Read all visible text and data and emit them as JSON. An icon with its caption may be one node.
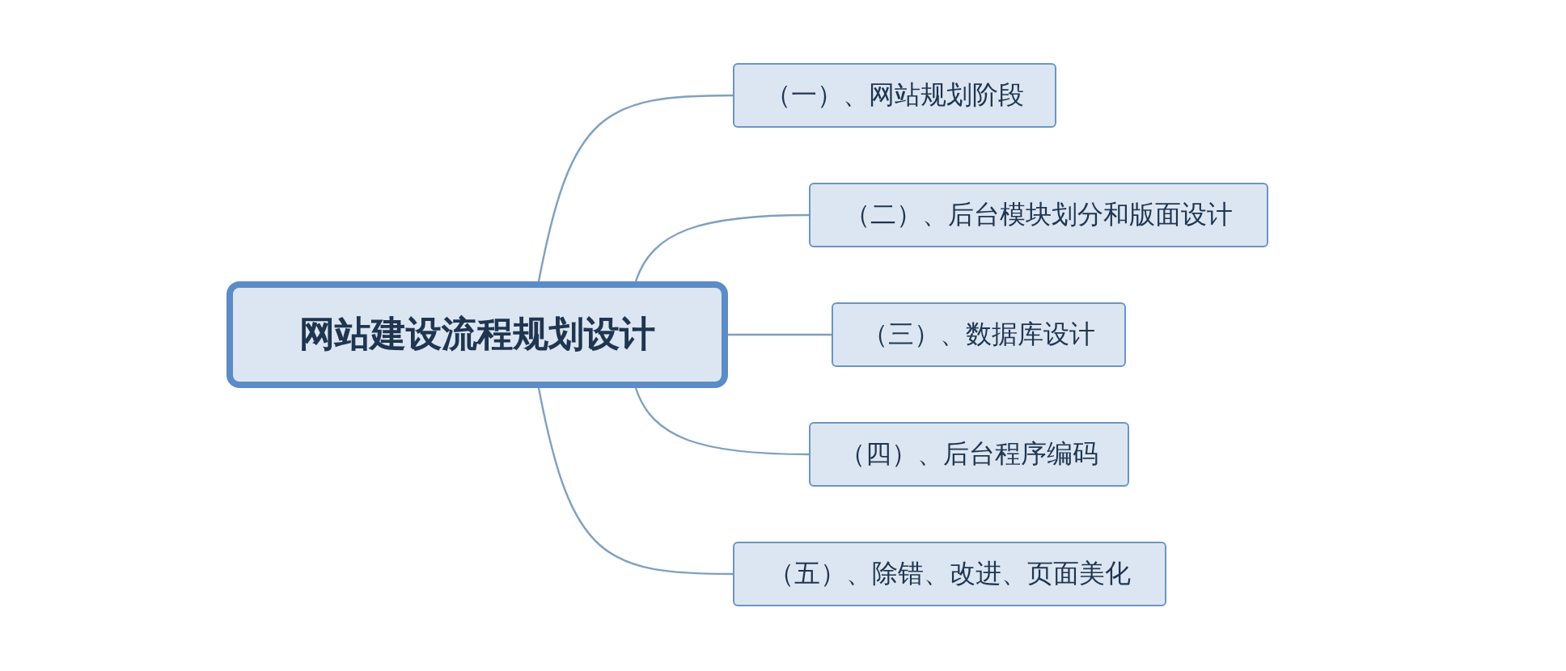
{
  "diagram": {
    "nodes": [
      {
        "text": [
          "网站建设流程规划设计"
        ]
      },
      {
        "text": [
          "（一）、网站规划阶段"
        ]
      },
      {
        "text": [
          "（二）、后台模块划分和版面设计"
        ]
      },
      {
        "text": [
          "（三）、数据库设计"
        ]
      },
      {
        "text": [
          "（四）、后台程序编码"
        ]
      },
      {
        "text": [
          "（五）、除错、改进、页面美化"
        ]
      }
    ],
    "edges": [
      {
        "from": 0,
        "to": 1,
        "arrow": "none"
      },
      {
        "from": 0,
        "to": 2,
        "arrow": "none"
      },
      {
        "from": 0,
        "to": 3,
        "arrow": "none"
      },
      {
        "from": 0,
        "to": 4,
        "arrow": "none"
      },
      {
        "from": 0,
        "to": 5,
        "arrow": "none"
      }
    ]
  }
}
